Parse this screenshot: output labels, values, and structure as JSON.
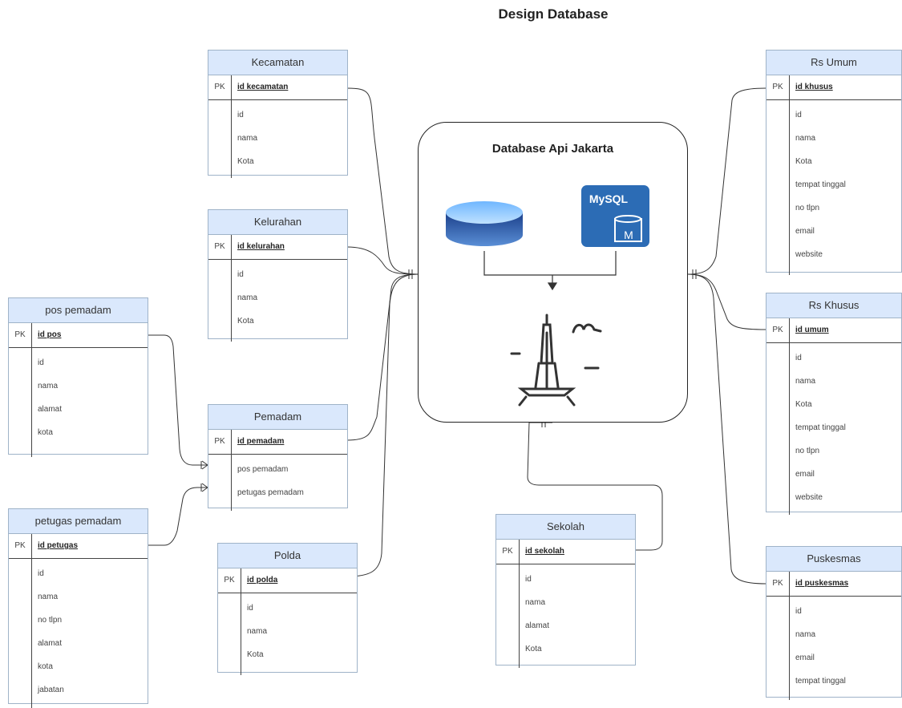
{
  "title": "Design Database",
  "db_box_title": "Database Api Jakarta",
  "mysql_label": "MySQL",
  "mysql_badge": "M",
  "tables": {
    "kecamatan": {
      "name": "Kecamatan",
      "pk_label": "PK",
      "pk": "id kecamatan",
      "fields": [
        "id",
        "nama",
        "Kota"
      ]
    },
    "kelurahan": {
      "name": "Kelurahan",
      "pk_label": "PK",
      "pk": "id kelurahan",
      "fields": [
        "id",
        "nama",
        "Kota"
      ]
    },
    "pos_pemadam": {
      "name": "pos pemadam",
      "pk_label": "PK",
      "pk": "id pos",
      "fields": [
        "id",
        "nama",
        "alamat",
        "kota"
      ]
    },
    "pemadam": {
      "name": "Pemadam",
      "pk_label": "PK",
      "pk": "id pemadam",
      "fields": [
        "pos pemadam",
        "petugas pemadam"
      ]
    },
    "petugas_pemadam": {
      "name": "petugas pemadam",
      "pk_label": "PK",
      "pk": "id petugas",
      "fields": [
        "id",
        "nama",
        "no tlpn",
        "alamat",
        "kota",
        "jabatan"
      ]
    },
    "polda": {
      "name": "Polda",
      "pk_label": "PK",
      "pk": "id polda",
      "fields": [
        "id",
        "nama",
        "Kota"
      ]
    },
    "sekolah": {
      "name": "Sekolah",
      "pk_label": "PK",
      "pk": "id sekolah",
      "fields": [
        "id",
        "nama",
        "alamat",
        "Kota"
      ]
    },
    "rs_umum": {
      "name": "Rs Umum",
      "pk_label": "PK",
      "pk": "id khusus",
      "fields": [
        "id",
        "nama",
        "Kota",
        "tempat tinggal",
        "no tlpn",
        "email",
        "website"
      ]
    },
    "rs_khusus": {
      "name": "Rs Khusus",
      "pk_label": "PK",
      "pk": "id umum",
      "fields": [
        "id",
        "nama",
        "Kota",
        "tempat tinggal",
        "no tlpn",
        "email",
        "website"
      ]
    },
    "puskesmas": {
      "name": "Puskesmas",
      "pk_label": "PK",
      "pk": "id puskesmas",
      "fields": [
        "id",
        "nama",
        "email",
        "tempat tinggal"
      ]
    }
  },
  "colors": {
    "table_header": "#dae8fc",
    "table_border": "#9fb3c8",
    "mysql_blue": "#2c6cb5",
    "cylinder_blue": "#2a5db0",
    "line": "#333333"
  }
}
